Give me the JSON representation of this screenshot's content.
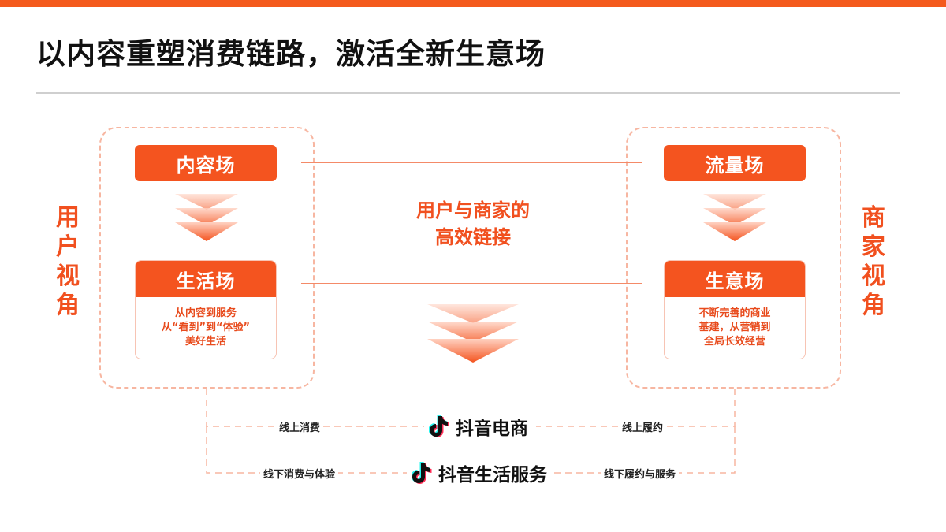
{
  "title": "以内容重塑消费链路，激活全新生意场",
  "colors": {
    "accent": "#f4541f",
    "dashed": "#f7b6a1",
    "text": "#111111"
  },
  "left_panel": {
    "side_label": [
      "用",
      "户",
      "视",
      "角"
    ],
    "top_pill": "内容场",
    "card_title": "生活场",
    "card_lines": [
      "从内容到服务",
      "从“看到”到“体验”",
      "美好生活"
    ]
  },
  "right_panel": {
    "side_label": [
      "商",
      "家",
      "视",
      "角"
    ],
    "top_pill": "流量场",
    "card_title": "生意场",
    "card_lines": [
      "不断完善的商业",
      "基建，从营销到",
      "全局长效经营"
    ]
  },
  "center": {
    "lines": [
      "用户与商家的",
      "高效链接"
    ]
  },
  "channels": [
    {
      "left_label": "线上消费",
      "brand": "抖音电商",
      "brand_icon": "douyin-note-icon",
      "right_label": "线上履约"
    },
    {
      "left_label": "线下消费与体验",
      "brand": "抖音生活服务",
      "brand_icon": "douyin-note-icon",
      "right_label": "线下履约与服务"
    }
  ]
}
